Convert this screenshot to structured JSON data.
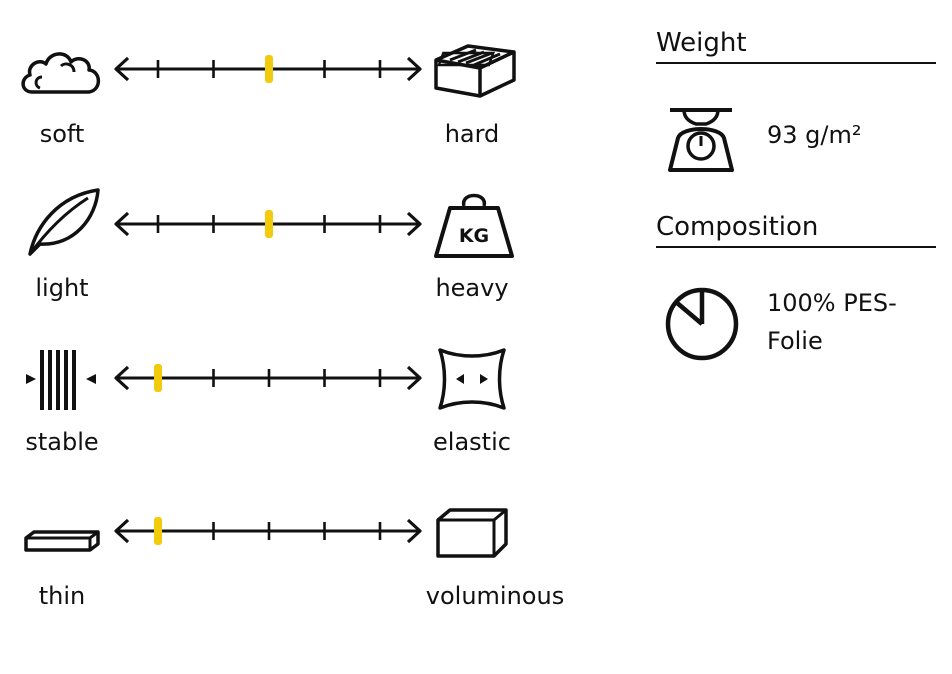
{
  "scales": [
    {
      "left_label": "soft",
      "right_label": "hard",
      "left_icon": "cloud-icon",
      "right_icon": "brick-icon",
      "value": 0.5
    },
    {
      "left_label": "light",
      "right_label": "heavy",
      "left_icon": "feather-icon",
      "right_icon": "kg-weight-icon",
      "value": 0.5
    },
    {
      "left_label": "stable",
      "right_label": "elastic",
      "left_icon": "compressed-lines-icon",
      "right_icon": "stretch-fabric-icon",
      "value": 0.1
    },
    {
      "left_label": "thin",
      "right_label": "voluminous",
      "left_icon": "thin-slab-icon",
      "right_icon": "box-icon",
      "value": 0.1
    }
  ],
  "scale_ticks": 5,
  "marker_color": "#f2cc0c",
  "weight": {
    "heading": "Weight",
    "icon": "kitchen-scale-icon",
    "value": "93 g/m²"
  },
  "composition": {
    "heading": "Composition",
    "icon": "pie-chart-icon",
    "lines": [
      "100% PES-",
      "Folie"
    ]
  },
  "icons": {
    "weight_kg_text": "KG"
  }
}
